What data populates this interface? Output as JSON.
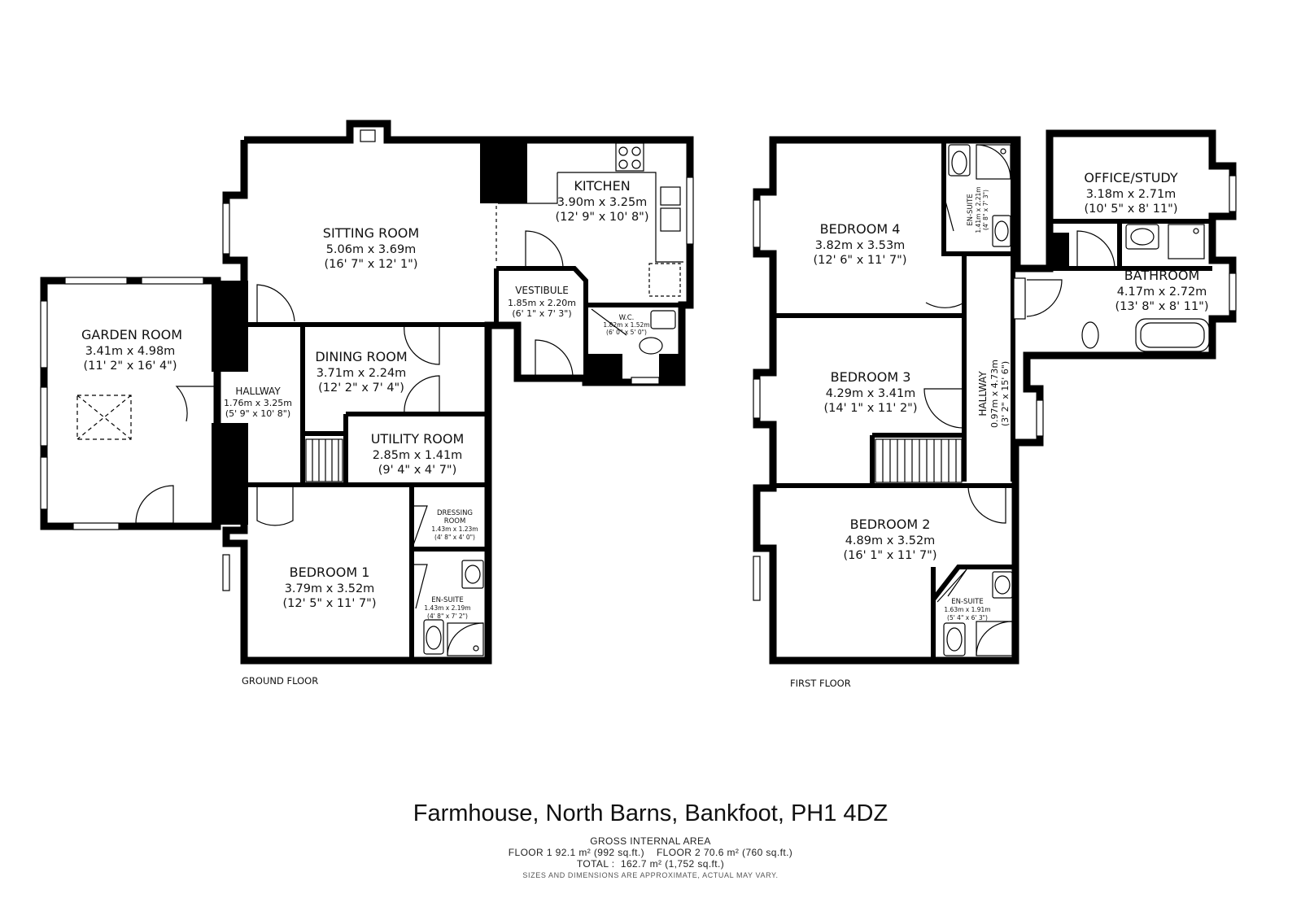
{
  "floors": {
    "ground": {
      "label": "GROUND FLOOR",
      "rooms": {
        "garden_room": {
          "name": "GARDEN ROOM",
          "metric": "3.41m x 4.98m",
          "imperial": "(11' 2\" x 16' 4\")"
        },
        "sitting_room": {
          "name": "SITTING ROOM",
          "metric": "5.06m x 3.69m",
          "imperial": "(16' 7\" x 12' 1\")"
        },
        "kitchen": {
          "name": "KITCHEN",
          "metric": "3.90m x 3.25m",
          "imperial": "(12' 9\" x 10' 8\")"
        },
        "vestibule": {
          "name": "VESTIBULE",
          "metric": "1.85m x 2.20m",
          "imperial": "(6' 1\" x 7' 3\")"
        },
        "wc": {
          "name": "W.C.",
          "metric": "1.82m x 1.52m",
          "imperial": "(6' 0\" x 5' 0\")"
        },
        "hallway": {
          "name": "HALLWAY",
          "metric": "1.76m x 3.25m",
          "imperial": "(5' 9\" x 10' 8\")"
        },
        "dining_room": {
          "name": "DINING ROOM",
          "metric": "3.71m x 2.24m",
          "imperial": "(12' 2\" x 7' 4\")"
        },
        "utility_room": {
          "name": "UTILITY ROOM",
          "metric": "2.85m x 1.41m",
          "imperial": "(9' 4\" x 4' 7\")"
        },
        "dressing_room": {
          "name_line1": "DRESSING",
          "name_line2": "ROOM",
          "metric": "1.43m x 1.23m",
          "imperial": "(4' 8\" x 4' 0\")"
        },
        "bedroom_1": {
          "name": "BEDROOM 1",
          "metric": "3.79m x 3.52m",
          "imperial": "(12' 5\" x 11' 7\")"
        },
        "ensuite": {
          "name": "EN-SUITE",
          "metric": "1.43m x 2.19m",
          "imperial": "(4' 8\" x 7' 2\")"
        }
      }
    },
    "first": {
      "label": "FIRST FLOOR",
      "rooms": {
        "bedroom_4": {
          "name": "BEDROOM 4",
          "metric": "3.82m x 3.53m",
          "imperial": "(12' 6\" x 11' 7\")"
        },
        "ensuite_top": {
          "name": "EN-SUITE",
          "metric": "1.41m x 2.21m",
          "imperial": "(4' 8\" x 7' 3\")"
        },
        "office": {
          "name": "OFFICE/STUDY",
          "metric": "3.18m x 2.71m",
          "imperial": "(10' 5\" x 8' 11\")"
        },
        "bathroom": {
          "name": "BATHROOM",
          "metric": "4.17m x 2.72m",
          "imperial": "(13' 8\" x 8' 11\")"
        },
        "bedroom_3": {
          "name": "BEDROOM 3",
          "metric": "4.29m x 3.41m",
          "imperial": "(14' 1\" x 11' 2\")"
        },
        "hallway": {
          "name": "HALLWAY",
          "metric": "0.97m x 4.73m",
          "imperial": "(3' 2\" x 15' 6\")"
        },
        "bedroom_2": {
          "name": "BEDROOM 2",
          "metric": "4.89m x 3.52m",
          "imperial": "(16' 1\" x 11' 7\")"
        },
        "ensuite_bottom": {
          "name": "EN-SUITE",
          "metric": "1.63m x 1.91m",
          "imperial": "(5' 4\" x 6' 3\")"
        }
      }
    }
  },
  "footer": {
    "address": "Farmhouse, North Barns, Bankfoot, PH1 4DZ",
    "gia_title": "GROSS INTERNAL AREA",
    "floor_areas": "FLOOR 1 92.1 m² (992 sq.ft.)    FLOOR 2 70.6 m² (760 sq.ft.)",
    "total": "TOTAL :  162.7 m² (1,752 sq.ft.)",
    "disclaimer": "SIZES AND DIMENSIONS ARE APPROXIMATE, ACTUAL MAY VARY."
  }
}
